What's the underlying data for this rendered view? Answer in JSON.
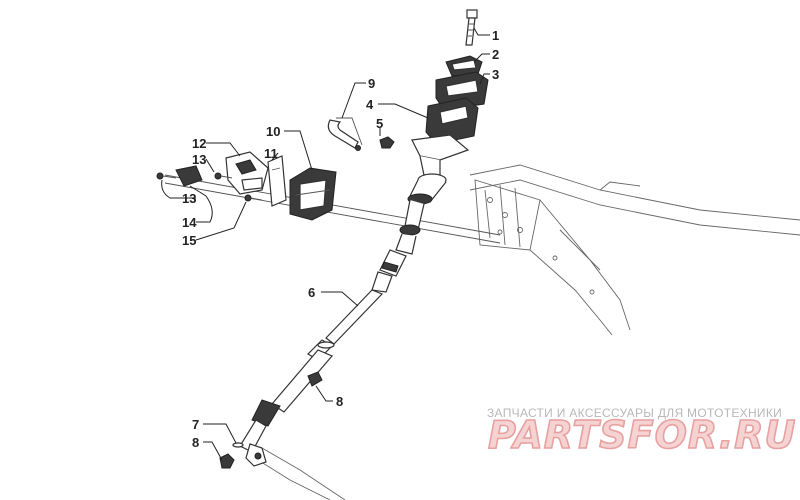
{
  "callouts": {
    "c1": "1",
    "c2": "2",
    "c3": "3",
    "c4": "4",
    "c5": "5",
    "c6": "6",
    "c7": "7",
    "c8a": "8",
    "c8b": "8",
    "c9": "9",
    "c10": "10",
    "c11": "11",
    "c12": "12",
    "c13a": "13",
    "c13b": "13",
    "c14": "14",
    "c15": "15"
  },
  "watermark": {
    "subtitle": "ЗАПЧАСТИ И АКСЕССУАРЫ ДЛЯ МОТОТЕХНИКИ",
    "logo": "PARTSFOR.RU"
  },
  "colors": {
    "line": "#333333",
    "watermark_logo": "#e8a0a0",
    "watermark_text": "#b8b8b8"
  }
}
